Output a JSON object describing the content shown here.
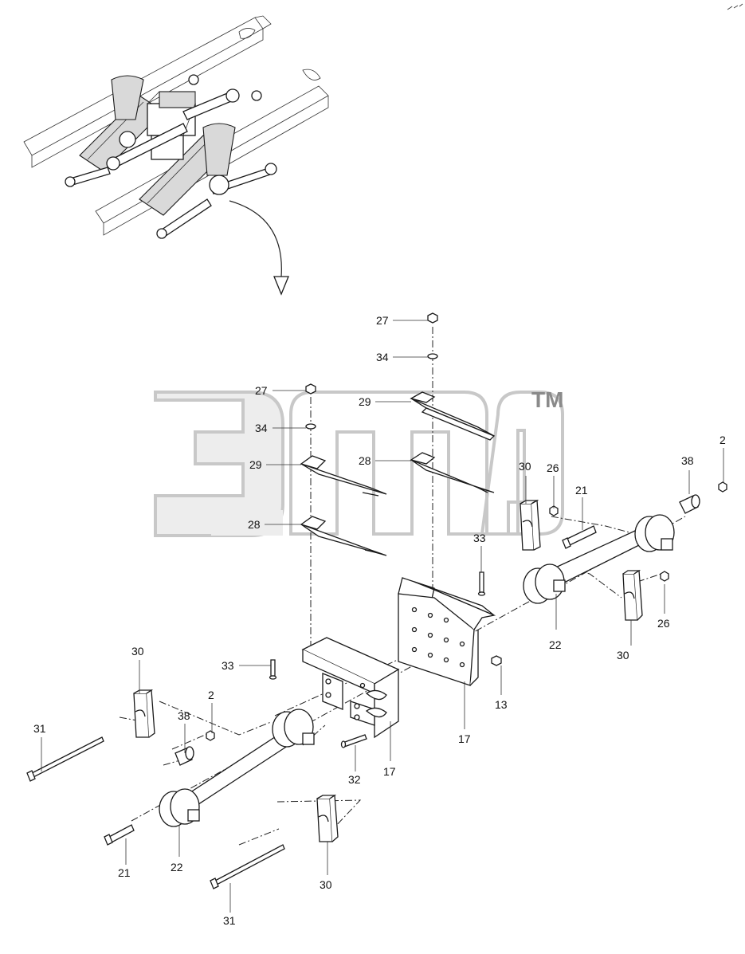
{
  "watermark": {
    "text": "Эпб",
    "trademark": "TM"
  },
  "callouts": {
    "c27a": "27",
    "c34a": "34",
    "c29a": "29",
    "c28a": "28",
    "c27b": "27",
    "c34b": "34",
    "c29b": "29",
    "c28b": "28",
    "c30a": "30",
    "c26a": "26",
    "c21a": "21",
    "c38a": "38",
    "c2a": "2",
    "c33a": "33",
    "c22a": "22",
    "c26b": "26",
    "c30b": "30",
    "c13": "13",
    "c17a": "17",
    "c33b": "33",
    "c30c": "30",
    "c2b": "2",
    "c38b": "38",
    "c31a": "31",
    "c32": "32",
    "c17b": "17",
    "c21b": "21",
    "c22b": "22",
    "c30d": "30",
    "c31b": "31"
  }
}
